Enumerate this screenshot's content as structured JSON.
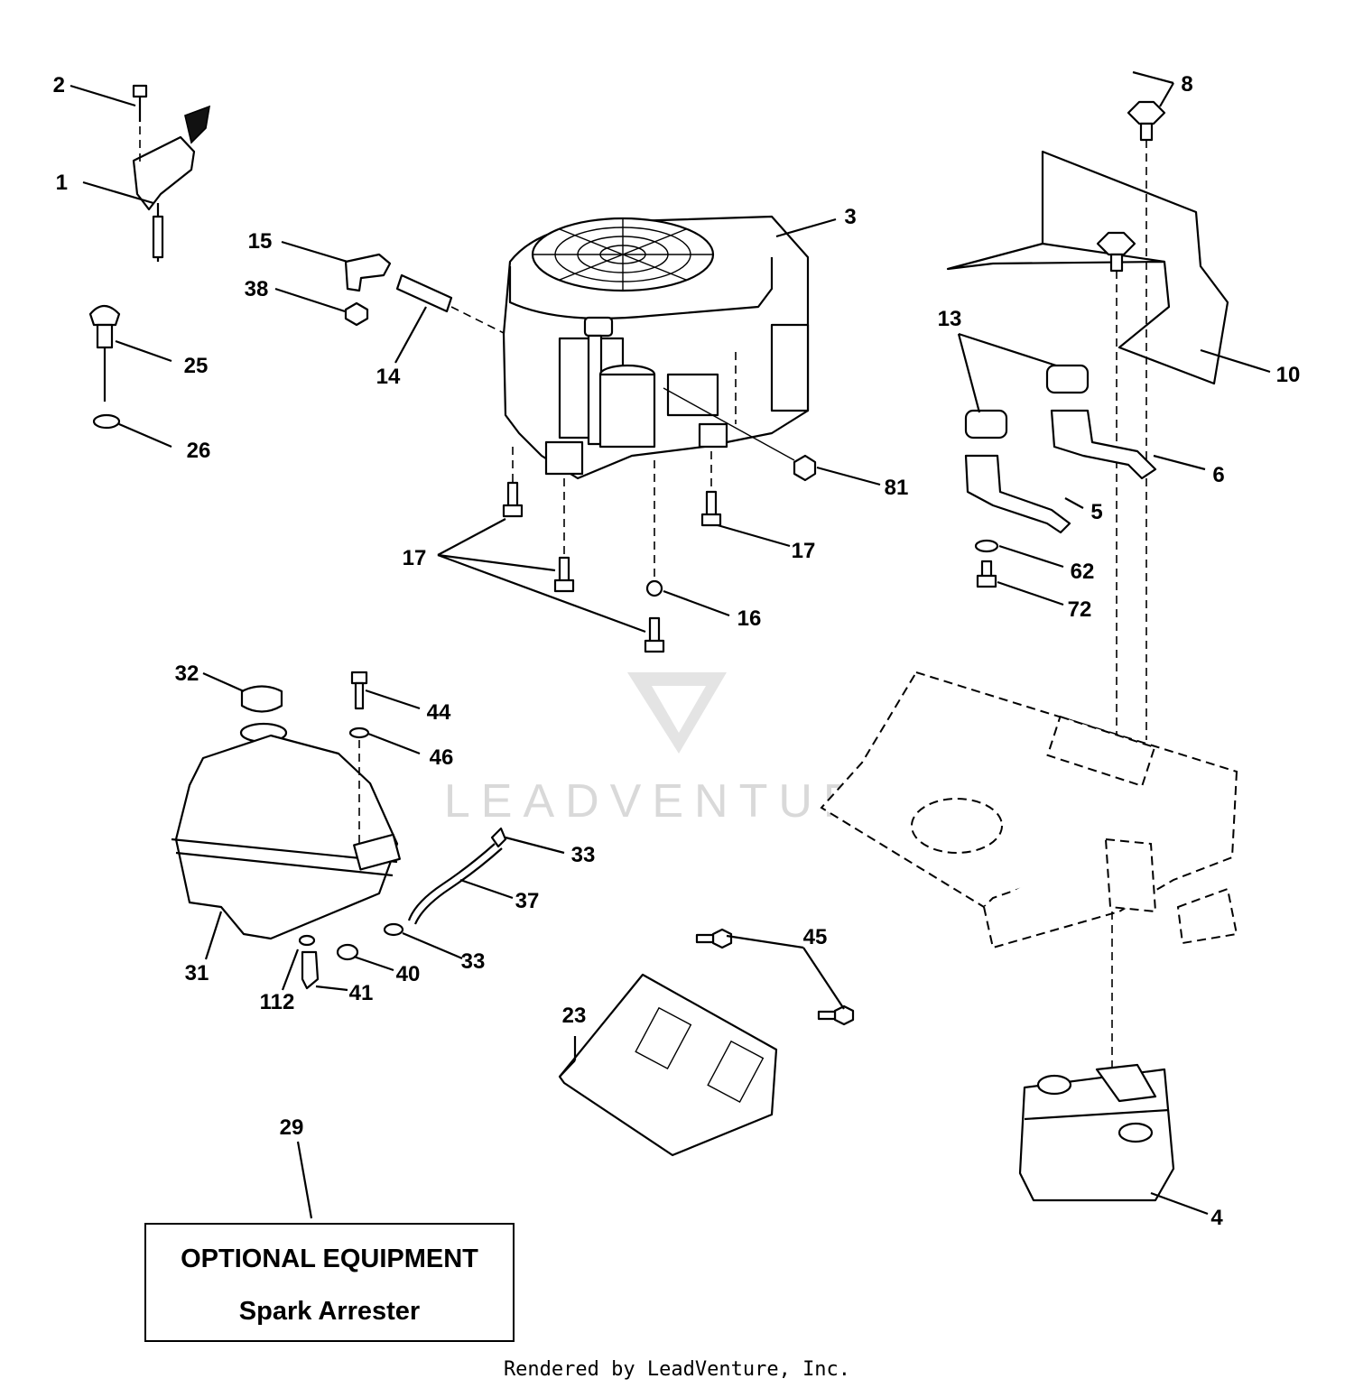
{
  "callouts": [
    "1",
    "2",
    "3",
    "4",
    "5",
    "6",
    "8",
    "10",
    "13",
    "14",
    "15",
    "16",
    "17",
    "17",
    "23",
    "25",
    "26",
    "29",
    "31",
    "32",
    "33",
    "33",
    "37",
    "38",
    "40",
    "41",
    "44",
    "45",
    "46",
    "62",
    "72",
    "81",
    "112"
  ],
  "optional_box": {
    "line1": "OPTIONAL EQUIPMENT",
    "line2": "Spark Arrester"
  },
  "footer": "Rendered by LeadVenture, Inc.",
  "watermark": "LEADVENTURE"
}
